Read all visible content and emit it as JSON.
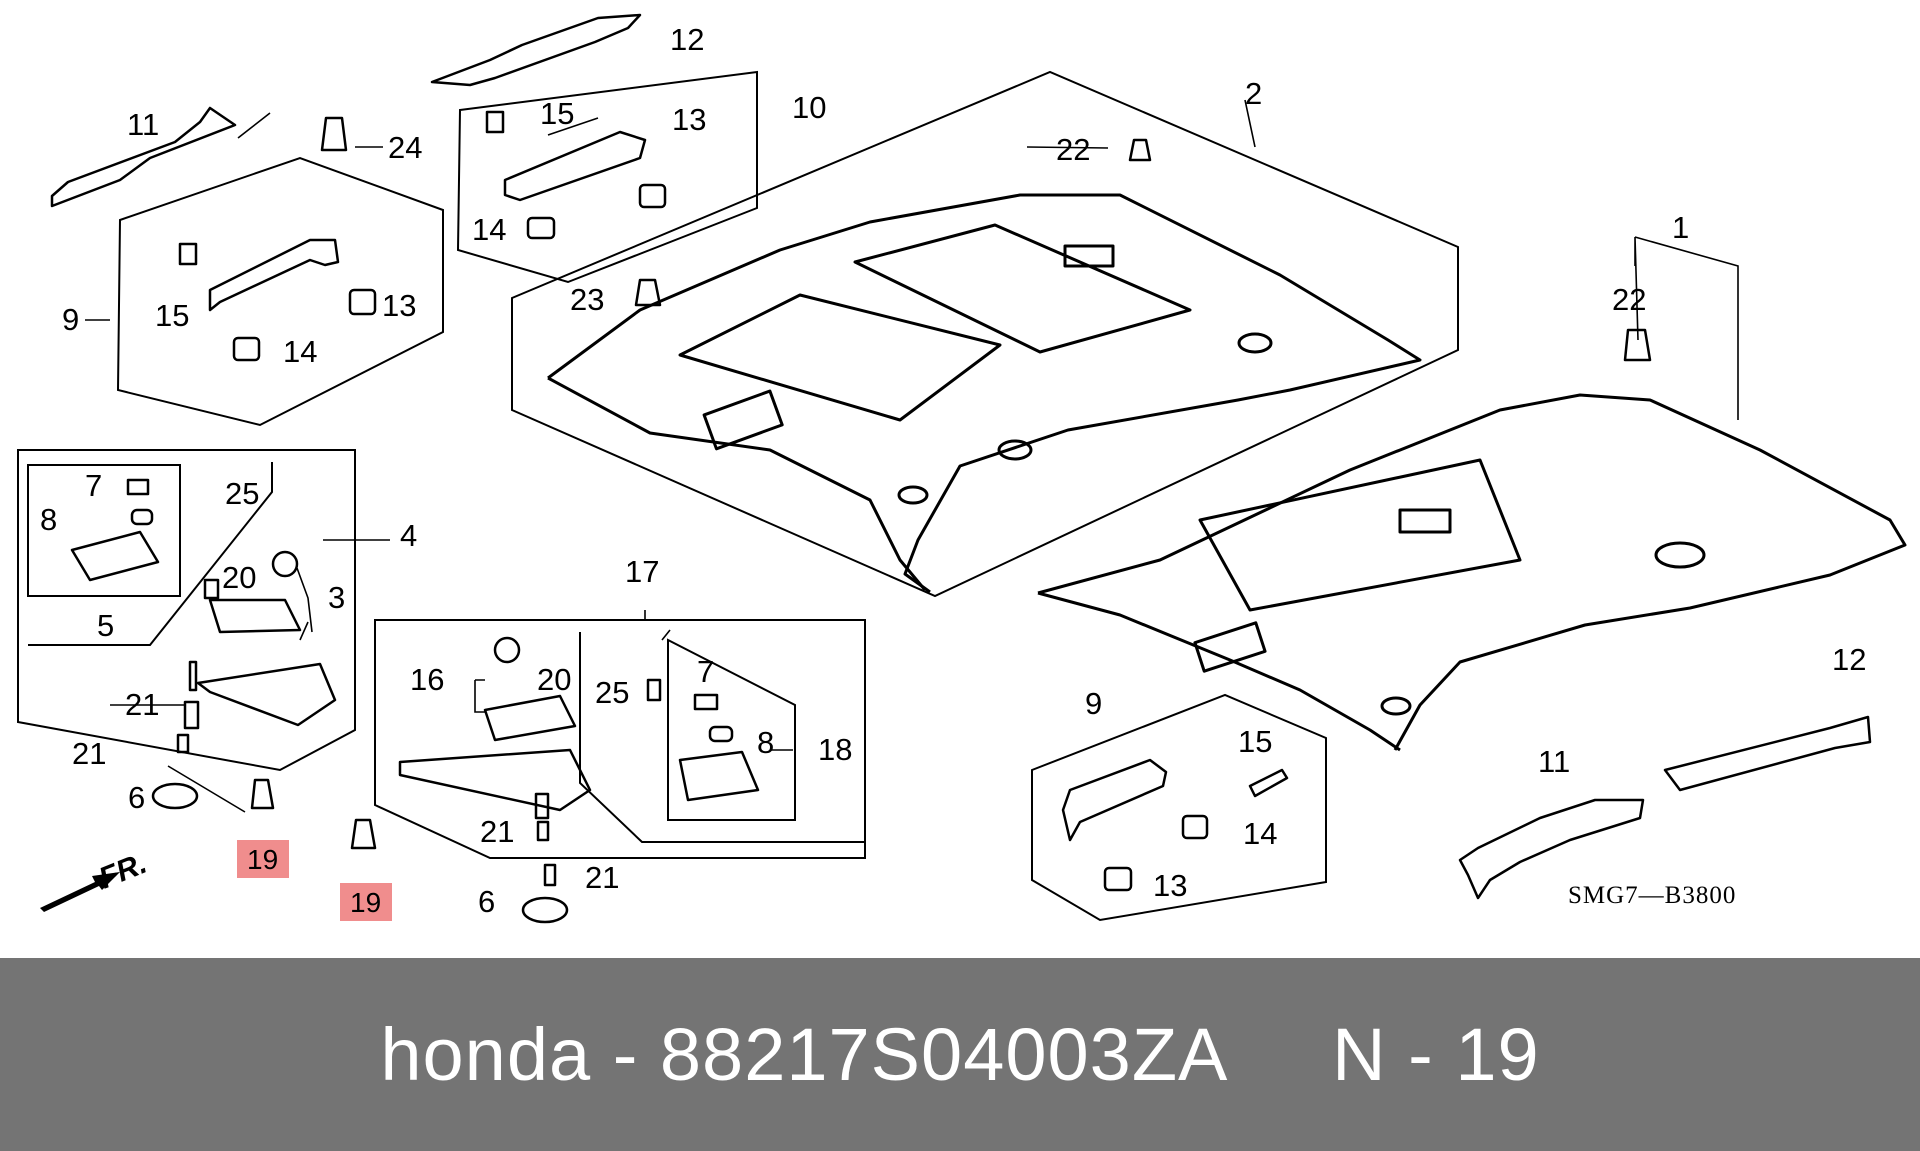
{
  "callouts": [
    {
      "id": "c11a",
      "text": "11"
    },
    {
      "id": "c12a",
      "text": "12"
    },
    {
      "id": "c24",
      "text": "24"
    },
    {
      "id": "c15a",
      "text": "15"
    },
    {
      "id": "c13a",
      "text": "13"
    },
    {
      "id": "c10",
      "text": "10"
    },
    {
      "id": "c14a",
      "text": "14"
    },
    {
      "id": "c2",
      "text": "2"
    },
    {
      "id": "c22a",
      "text": "22"
    },
    {
      "id": "c9a",
      "text": "9"
    },
    {
      "id": "c15b",
      "text": "15"
    },
    {
      "id": "c13b",
      "text": "13"
    },
    {
      "id": "c14b",
      "text": "14"
    },
    {
      "id": "c23",
      "text": "23"
    },
    {
      "id": "c1",
      "text": "1"
    },
    {
      "id": "c22b",
      "text": "22"
    },
    {
      "id": "c7a",
      "text": "7"
    },
    {
      "id": "c25a",
      "text": "25"
    },
    {
      "id": "c8a",
      "text": "8"
    },
    {
      "id": "c4",
      "text": "4"
    },
    {
      "id": "c20a",
      "text": "20"
    },
    {
      "id": "c3",
      "text": "3"
    },
    {
      "id": "c5",
      "text": "5"
    },
    {
      "id": "c21a",
      "text": "21"
    },
    {
      "id": "c21b",
      "text": "21"
    },
    {
      "id": "c6a",
      "text": "6"
    },
    {
      "id": "c17",
      "text": "17"
    },
    {
      "id": "c16",
      "text": "16"
    },
    {
      "id": "c20b",
      "text": "20"
    },
    {
      "id": "c25b",
      "text": "25"
    },
    {
      "id": "c7b",
      "text": "7"
    },
    {
      "id": "c8b",
      "text": "8"
    },
    {
      "id": "c18",
      "text": "18"
    },
    {
      "id": "c21c",
      "text": "21"
    },
    {
      "id": "c21d",
      "text": "21"
    },
    {
      "id": "c6b",
      "text": "6"
    },
    {
      "id": "c9b",
      "text": "9"
    },
    {
      "id": "c15c",
      "text": "15"
    },
    {
      "id": "c14c",
      "text": "14"
    },
    {
      "id": "c13c",
      "text": "13"
    },
    {
      "id": "c11b",
      "text": "11"
    },
    {
      "id": "c12b",
      "text": "12"
    }
  ],
  "highlighted": [
    {
      "text": "19",
      "color": "#f08d8d"
    },
    {
      "text": "19",
      "color": "#f08d8d"
    }
  ],
  "direction_label": "FR.",
  "diagram_code": "SMG7—B3800",
  "footer": {
    "brand": "honda",
    "separator": " - ",
    "part_number": "88217S04003ZA",
    "gap": "     ",
    "ref_prefix": "N - ",
    "ref_number": "19",
    "background": "#747474",
    "text_color": "#ffffff"
  }
}
